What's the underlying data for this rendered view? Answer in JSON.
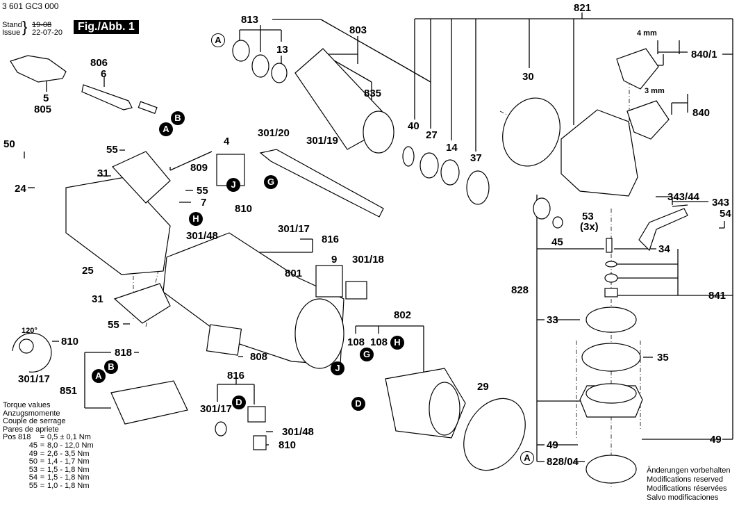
{
  "header": {
    "part_number": "3 601 GC3 000",
    "stand_label": "Stand",
    "issue_label": "Issue",
    "old_date": "19-08",
    "issue_date": "22-07-20",
    "figure_label": "Fig./Abb. 1"
  },
  "torque": {
    "titles": [
      "Torque values",
      "Anzugsmomente",
      "Couple de serrage",
      "Pares de apriete"
    ],
    "rows": [
      {
        "pos": "Pos 818",
        "value": "0,5 ± 0,1 Nm"
      },
      {
        "pos": "45",
        "value": "8,0 - 12,0 Nm"
      },
      {
        "pos": "49",
        "value": "2,6 - 3,5 Nm"
      },
      {
        "pos": "50",
        "value": "1,4 - 1,7 Nm"
      },
      {
        "pos": "53",
        "value": "1,5 - 1,8 Nm"
      },
      {
        "pos": "54",
        "value": "1,5 - 1,8 Nm"
      },
      {
        "pos": "55",
        "value": "1,0 - 1,8 Nm"
      }
    ]
  },
  "notice": [
    "Änderungen vorbehalten",
    "Modifications reserved",
    "Modifications réservées",
    "Salvo modificaciones"
  ],
  "callouts": [
    {
      "id": "813",
      "text": "813"
    },
    {
      "id": "803",
      "text": "803"
    },
    {
      "id": "13",
      "text": "13"
    },
    {
      "id": "835",
      "text": "835"
    },
    {
      "id": "821",
      "text": "821"
    },
    {
      "id": "840-1",
      "text": "840/1"
    },
    {
      "id": "840",
      "text": "840"
    },
    {
      "id": "4mm",
      "text": "4 mm"
    },
    {
      "id": "3mm",
      "text": "3 mm"
    },
    {
      "id": "806",
      "text": "806"
    },
    {
      "id": "6",
      "text": "6"
    },
    {
      "id": "5",
      "text": "5"
    },
    {
      "id": "805",
      "text": "805"
    },
    {
      "id": "50",
      "text": "50"
    },
    {
      "id": "24",
      "text": "24"
    },
    {
      "id": "55a",
      "text": "55"
    },
    {
      "id": "31a",
      "text": "31"
    },
    {
      "id": "55b",
      "text": "55"
    },
    {
      "id": "7",
      "text": "7"
    },
    {
      "id": "809",
      "text": "809"
    },
    {
      "id": "4",
      "text": "4"
    },
    {
      "id": "301-20",
      "text": "301/20"
    },
    {
      "id": "301-19",
      "text": "301/19"
    },
    {
      "id": "810a",
      "text": "810"
    },
    {
      "id": "301-17a",
      "text": "301/17"
    },
    {
      "id": "816a",
      "text": "816"
    },
    {
      "id": "301-48a",
      "text": "301/48"
    },
    {
      "id": "25",
      "text": "25"
    },
    {
      "id": "9",
      "text": "9"
    },
    {
      "id": "301-18",
      "text": "301/18"
    },
    {
      "id": "801",
      "text": "801"
    },
    {
      "id": "31b",
      "text": "31"
    },
    {
      "id": "55c",
      "text": "55"
    },
    {
      "id": "120deg",
      "text": "120°"
    },
    {
      "id": "810b",
      "text": "810"
    },
    {
      "id": "301-17b",
      "text": "301/17"
    },
    {
      "id": "818",
      "text": "818"
    },
    {
      "id": "851",
      "text": "851"
    },
    {
      "id": "808",
      "text": "808"
    },
    {
      "id": "802",
      "text": "802"
    },
    {
      "id": "108a",
      "text": "108"
    },
    {
      "id": "108b",
      "text": "108"
    },
    {
      "id": "816b",
      "text": "816"
    },
    {
      "id": "301-17c",
      "text": "301/17"
    },
    {
      "id": "301-48b",
      "text": "301/48"
    },
    {
      "id": "810c",
      "text": "810"
    },
    {
      "id": "29",
      "text": "29"
    },
    {
      "id": "40",
      "text": "40"
    },
    {
      "id": "27",
      "text": "27"
    },
    {
      "id": "14",
      "text": "14"
    },
    {
      "id": "37",
      "text": "37"
    },
    {
      "id": "30",
      "text": "30"
    },
    {
      "id": "53",
      "text": "53"
    },
    {
      "id": "3x",
      "text": "(3x)"
    },
    {
      "id": "45",
      "text": "45"
    },
    {
      "id": "343-44",
      "text": "343/44"
    },
    {
      "id": "343",
      "text": "343"
    },
    {
      "id": "54",
      "text": "54"
    },
    {
      "id": "34",
      "text": "34"
    },
    {
      "id": "828",
      "text": "828"
    },
    {
      "id": "841",
      "text": "841"
    },
    {
      "id": "33",
      "text": "33"
    },
    {
      "id": "35",
      "text": "35"
    },
    {
      "id": "49a",
      "text": "49"
    },
    {
      "id": "49b",
      "text": "49"
    },
    {
      "id": "828-04",
      "text": "828/04"
    }
  ],
  "connectors": {
    "A": "A",
    "B": "B",
    "D": "D",
    "G": "G",
    "H": "H",
    "J": "J"
  }
}
